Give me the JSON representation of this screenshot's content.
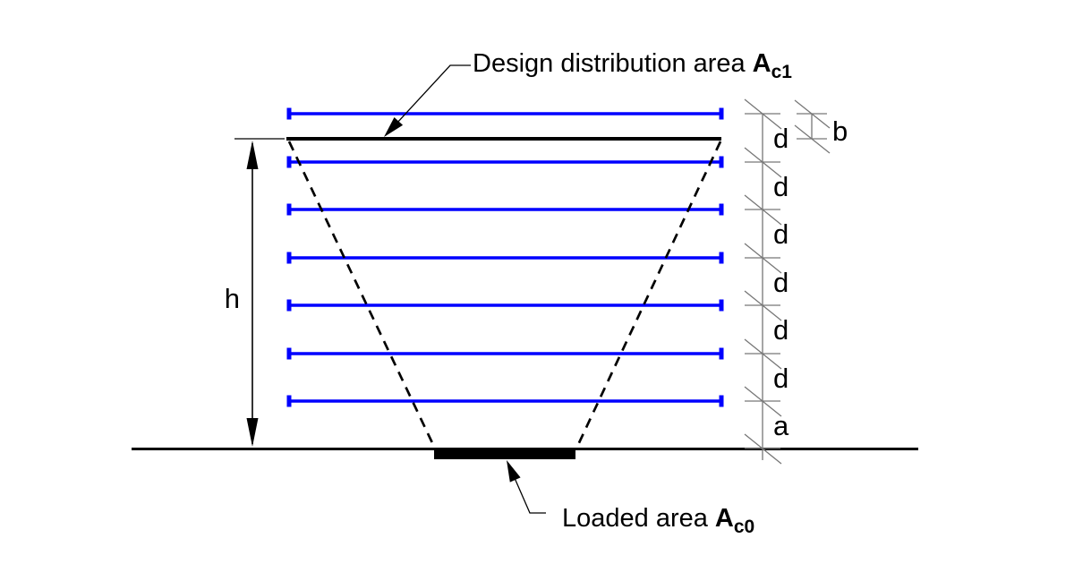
{
  "callouts": {
    "design_area": {
      "text": "Design distribution area",
      "symbol": "A",
      "subscript": "c1"
    },
    "loaded_area": {
      "text": "Loaded area",
      "symbol": "A",
      "subscript": "c0"
    }
  },
  "dimensions": {
    "height_label": "h",
    "top_offset_label": "b",
    "chain_labels": [
      "d",
      "d",
      "d",
      "d",
      "d",
      "d",
      "a"
    ]
  },
  "diagram": {
    "rebar_layer_count": 7
  },
  "colors": {
    "rebar": "#0000ff",
    "outline": "#000000",
    "dimension": "#777777",
    "background": "#ffffff"
  }
}
